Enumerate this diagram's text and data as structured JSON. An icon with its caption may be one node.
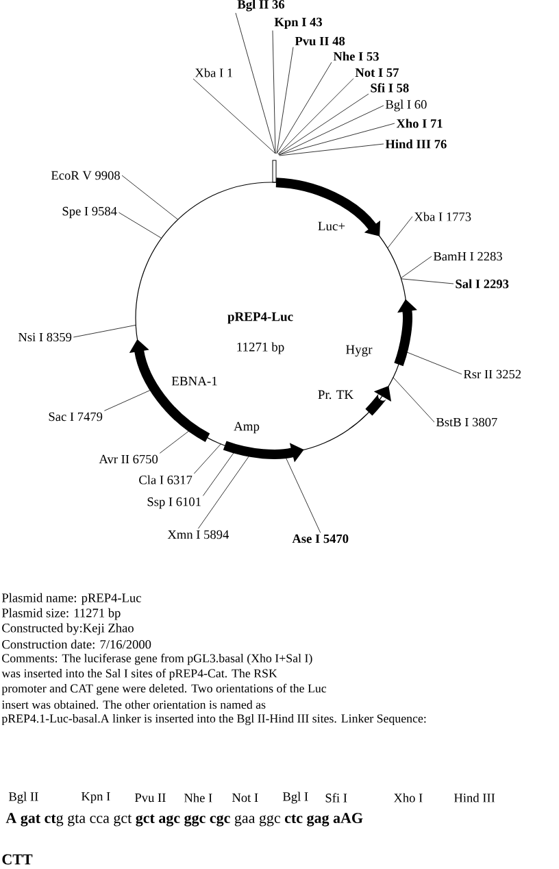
{
  "diagram": {
    "nodes": [
      {
        "text": [
          "Bgl II 36"
        ]
      },
      {
        "text": [
          "Kpn I 43"
        ]
      },
      {
        "text": [
          "Pvu II 48"
        ]
      },
      {
        "text": [
          "Nhe I 53"
        ]
      },
      {
        "text": [
          "Xba I 1"
        ]
      },
      {
        "text": [
          "Not I 57"
        ]
      },
      {
        "text": [
          "Sfi I 58"
        ]
      },
      {
        "text": [
          "Bgl I 60"
        ]
      },
      {
        "text": [
          "Xho I 71"
        ]
      },
      {
        "text": [
          "Hind III 76"
        ]
      },
      {
        "text": [
          "EcoR V 9908"
        ]
      },
      {
        "text": [
          "Xba I 1773"
        ]
      },
      {
        "text": [
          "Spe I 9584"
        ]
      },
      {
        "text": [
          "BamH I 2283"
        ]
      },
      {
        "text": [
          "Sal I 2293"
        ]
      },
      {
        "text": [
          "Nsi I 8359"
        ]
      },
      {
        "text": [
          "Rsr II 3252"
        ]
      },
      {
        "text": [
          "Sac I 7479"
        ]
      },
      {
        "text": [
          "BstB I 3807"
        ]
      },
      {
        "text": [
          "Avr II 6750"
        ]
      },
      {
        "text": [
          "Cla I 6317"
        ]
      },
      {
        "text": [
          "Ssp I 6101"
        ]
      },
      {
        "text": [
          "Xmn I 5894"
        ]
      },
      {
        "text": [
          "Ase I 5470"
        ]
      }
    ],
    "edges": [
      {
        "from": 0,
        "to": null,
        "arrow": "none"
      },
      {
        "from": 1,
        "to": null,
        "arrow": "none"
      },
      {
        "from": 2,
        "to": null,
        "arrow": "none"
      },
      {
        "from": 3,
        "to": null,
        "arrow": "none"
      },
      {
        "from": 4,
        "to": null,
        "arrow": "none"
      },
      {
        "from": 5,
        "to": null,
        "arrow": "none"
      },
      {
        "from": 6,
        "to": null,
        "arrow": "none"
      },
      {
        "from": 7,
        "to": null,
        "arrow": "none"
      },
      {
        "from": 8,
        "to": null,
        "arrow": "none"
      },
      {
        "from": 9,
        "to": null,
        "arrow": "none"
      },
      {
        "from": 10,
        "to": null,
        "arrow": "none"
      },
      {
        "from": 11,
        "to": null,
        "arrow": "none"
      },
      {
        "from": 12,
        "to": null,
        "arrow": "none"
      },
      {
        "from": 13,
        "to": null,
        "arrow": "none"
      },
      {
        "from": 14,
        "to": null,
        "arrow": "none"
      },
      {
        "from": 15,
        "to": null,
        "arrow": "none"
      },
      {
        "from": 16,
        "to": null,
        "arrow": "none"
      },
      {
        "from": 17,
        "to": null,
        "arrow": "none"
      },
      {
        "from": 18,
        "to": null,
        "arrow": "none"
      },
      {
        "from": 19,
        "to": null,
        "arrow": "none"
      },
      {
        "from": 20,
        "to": null,
        "arrow": "none"
      },
      {
        "from": 21,
        "to": null,
        "arrow": "none"
      },
      {
        "from": 22,
        "to": null,
        "arrow": "none"
      },
      {
        "from": 23,
        "to": null,
        "arrow": "none"
      }
    ],
    "labels": [
      "Luc+",
      "pREP4-Luc",
      "11271 bp",
      "Hygr",
      "EBNA-1",
      "Pr. TK",
      "Amp",
      "Plasmid name: pREP4-Luc",
      "Plasmid size:  11271 bp",
      "Constructed by:Keji Zhao",
      "Construction date: 7/16/2000",
      "Comments: The luciferase gene from pGL3.basal (Xho I+Sal I)",
      "was inserted into the Sal I sites of pREP4-Cat. The RSK",
      "promoter and CAT gene were deleted. Two orientations of the Luc",
      "insert was obtained.  The other orientation is named as",
      "pREP4.1-Luc-basal.A linker is inserted into the Bgl II-Hind III sites. Linker Sequence:",
      "Bgl II",
      "Kpn I",
      "Pvu II",
      "Nhe I",
      "Not I",
      "Bgl I",
      "Sfi I",
      "Xho I",
      "Hind III",
      "**A gat ct**g gta cca gct **gct agc ggc cgc** gaa ggc **ctc gag aAG**",
      "CTT"
    ]
  }
}
